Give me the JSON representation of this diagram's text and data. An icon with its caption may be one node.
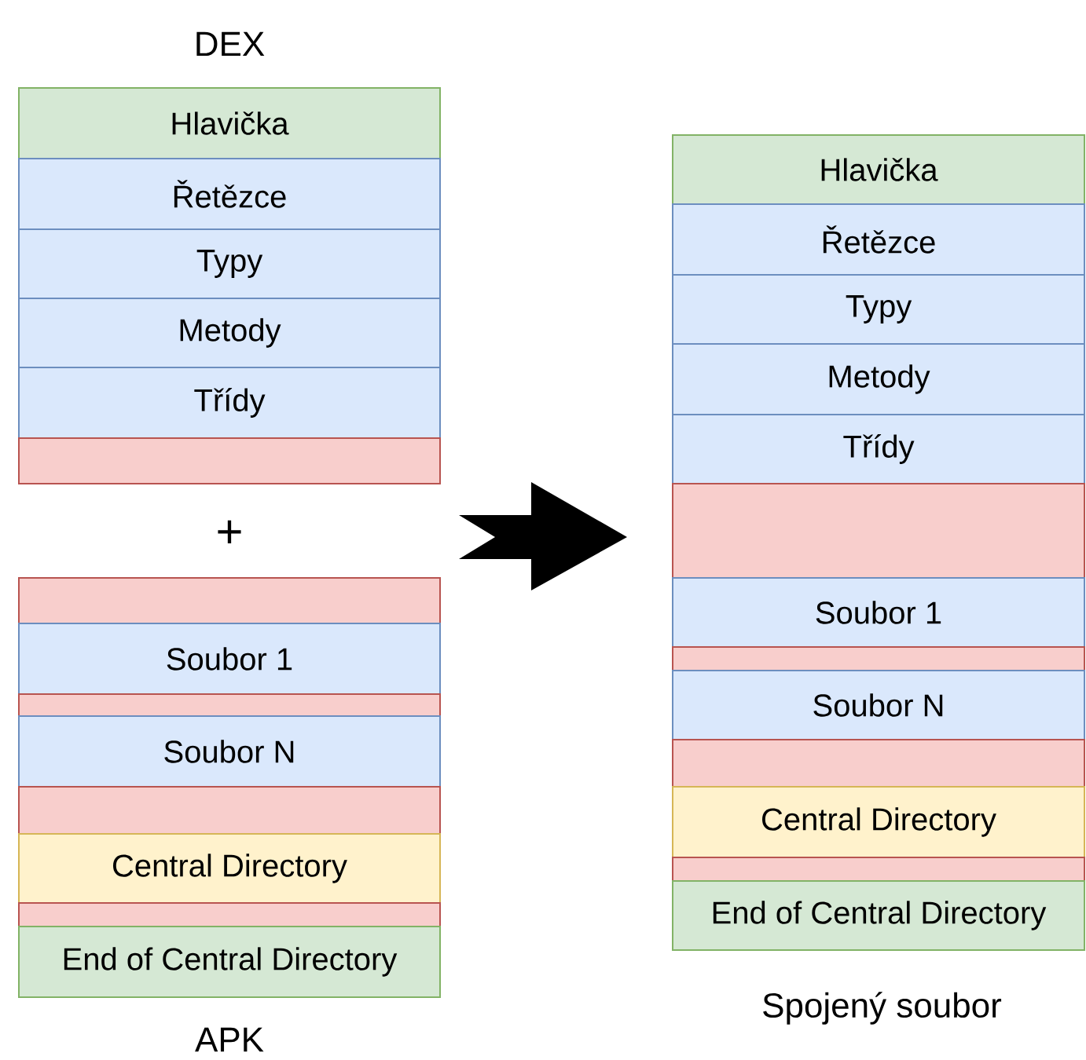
{
  "diagram": {
    "nodes": [
      {
        "text": [
          "Hlavička"
        ]
      },
      {
        "text": [
          "Řetězce"
        ]
      },
      {
        "text": [
          "Typy"
        ]
      },
      {
        "text": [
          "Metody"
        ]
      },
      {
        "text": [
          "Třídy"
        ]
      },
      {
        "text": [],
        "shape": "box"
      },
      {
        "text": [],
        "shape": "box"
      },
      {
        "text": [
          "Soubor 1"
        ]
      },
      {
        "text": [],
        "shape": "box"
      },
      {
        "text": [
          "Soubor N"
        ]
      },
      {
        "text": [],
        "shape": "box"
      },
      {
        "text": [
          "Central Directory"
        ]
      },
      {
        "text": [],
        "shape": "box"
      },
      {
        "text": [
          "End of Central Directory"
        ]
      },
      {
        "text": [
          "Hlavička"
        ]
      },
      {
        "text": [
          "Řetězce"
        ]
      },
      {
        "text": [
          "Typy"
        ]
      },
      {
        "text": [
          "Metody"
        ]
      },
      {
        "text": [
          "Třídy"
        ]
      },
      {
        "text": [],
        "shape": "box"
      },
      {
        "text": [
          "Soubor 1"
        ]
      },
      {
        "text": [],
        "shape": "box"
      },
      {
        "text": [
          "Soubor N"
        ]
      },
      {
        "text": [],
        "shape": "box"
      },
      {
        "text": [
          "Central Directory"
        ]
      },
      {
        "text": [],
        "shape": "box"
      },
      {
        "text": [
          "End of Central Directory"
        ]
      }
    ],
    "edges": [
      {
        "from": 5,
        "to": 19,
        "arrow": "to"
      }
    ],
    "labels": [
      "DEX",
      "+",
      "APK",
      "Spojený soubor"
    ]
  }
}
